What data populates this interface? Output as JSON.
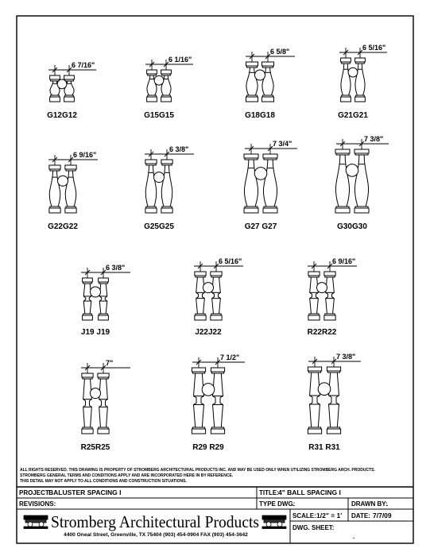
{
  "details": [
    {
      "code": "G12G12",
      "dimension": "6 7/16\""
    },
    {
      "code": "G15G15",
      "dimension": "6 1/16\""
    },
    {
      "code": "G18G18",
      "dimension": "6 5/8\""
    },
    {
      "code": "G21G21",
      "dimension": "6 5/16\""
    },
    {
      "code": "G22G22",
      "dimension": "6 9/16\""
    },
    {
      "code": "G25G25",
      "dimension": "6 3/8\""
    },
    {
      "code": "G27 G27",
      "dimension": "7 3/4\""
    },
    {
      "code": "G30G30",
      "dimension": "7 3/8\""
    },
    {
      "code": "J19 J19",
      "dimension": "6 3/8\""
    },
    {
      "code": "J22J22",
      "dimension": "6 5/16\""
    },
    {
      "code": "R22R22",
      "dimension": "6 9/16\""
    },
    {
      "code": "R25R25",
      "dimension": "7\""
    },
    {
      "code": "R29 R29",
      "dimension": "7 1/2\""
    },
    {
      "code": "R31 R31",
      "dimension": "7 3/8\""
    }
  ],
  "disclaimer": [
    "ALL RIGHTS RESERVED. THIS DRAWING IS PROPERTY OF STROMBERG ARCHITECTURAL PRODUCTS INC. AND MAY BE USED ONLY WHEN UTILIZING STROMBERG ARCH. PRODUCTS.",
    "STROMBERG GENERAL TERMS AND CONDITIONS APPLY AND ARE INCORPORATED HERE IN BY REFERENCE.",
    "THIS DETAIL MAY NOT APPLY TO ALL CONDITIONS AND CONSTRUCTION SITUATIONS."
  ],
  "title_block": {
    "project_label": "PROJECT:",
    "project_value": "BALUSTER SPACING I",
    "title_label": "TITLE:",
    "title_value": "4\" BALL SPACING I",
    "revisions_label": "REVISIONS:",
    "type_dwg_label": "TYPE DWG:",
    "type_dwg_value": ".",
    "drawn_by_label": "DRAWN BY:",
    "drawn_by_value": ".",
    "scale_label": "SCALE:",
    "scale_value": "1/2\" = 1'",
    "date_label": "DATE:",
    "date_value": "7/7/09",
    "dwg_sheet_label": "DWG. SHEET:",
    "dwg_sheet_value": ".",
    "company_name": "Stromberg Architectural Products",
    "company_address": "4400 Oneal Street, Greenville, TX 75404  (903) 454-0904  FAX (903) 454-3642"
  }
}
